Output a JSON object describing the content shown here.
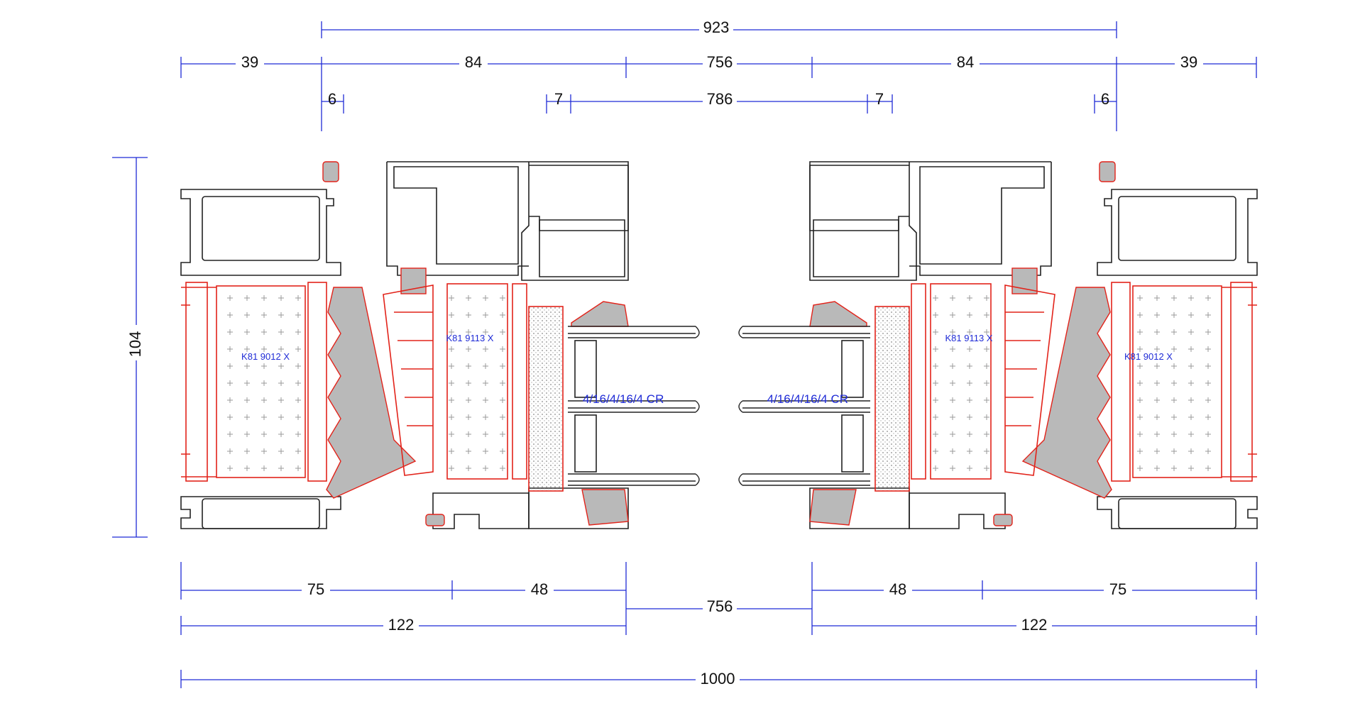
{
  "dimensions": {
    "top_overall": "923",
    "top_row": [
      "39",
      "84",
      "756",
      "84",
      "39"
    ],
    "top_sub_row": [
      "6",
      "7",
      "786",
      "7",
      "6"
    ],
    "height": "104",
    "bottom_row": [
      "75",
      "48",
      "48",
      "75"
    ],
    "bottom_mid": "756",
    "bottom_totals": [
      "122",
      "122"
    ],
    "overall": "1000"
  },
  "labels": {
    "left_frame_insulation": "K81 9012 X",
    "left_sash_insulation": "K81 9113 X",
    "right_sash_insulation": "K81 9113 X",
    "right_frame_insulation": "K81 9012 X",
    "left_glazing": "4/16/4/16/4 CR",
    "right_glazing": "4/16/4/16/4 CR"
  },
  "colors": {
    "dimension": "#1f2bd6",
    "profile": "#222222",
    "thermal_break": "#e2231a",
    "gasket": "#b9b9b9"
  }
}
